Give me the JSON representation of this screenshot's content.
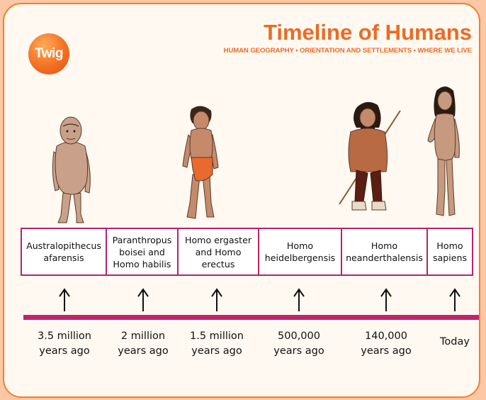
{
  "logo": {
    "text": "Twig"
  },
  "header": {
    "title": "Timeline of Humans",
    "subtitle": "HUMAN GEOGRAPHY • ORIENTATION AND SETTLEMENTS • WHERE WE LIVE"
  },
  "colors": {
    "accent_orange": "#ed6a25",
    "timeline_magenta": "#c2226c",
    "page_bg": "#fbc7a4"
  },
  "species": [
    {
      "name": "Australopithecus\nafarensis",
      "when": "3.5 million\nyears ago",
      "figure": "australopithecus-figure-icon"
    },
    {
      "name": "Paranthropus\nboisei and\nHomo habilis",
      "when": "2 million\nyears ago",
      "figure": null
    },
    {
      "name": "Homo ergaster\nand Homo\nerectus",
      "when": "1.5 million\nyears ago",
      "figure": "homo-erectus-figure-icon"
    },
    {
      "name": "Homo\nheidelbergensis",
      "when": "500,000\nyears ago",
      "figure": null
    },
    {
      "name": "Homo\nneanderthalensis",
      "when": "140,000\nyears ago",
      "figure": "neanderthal-figure-icon"
    },
    {
      "name": "Homo\nsapiens",
      "when": "Today",
      "figure": "homo-sapiens-figure-icon"
    }
  ]
}
